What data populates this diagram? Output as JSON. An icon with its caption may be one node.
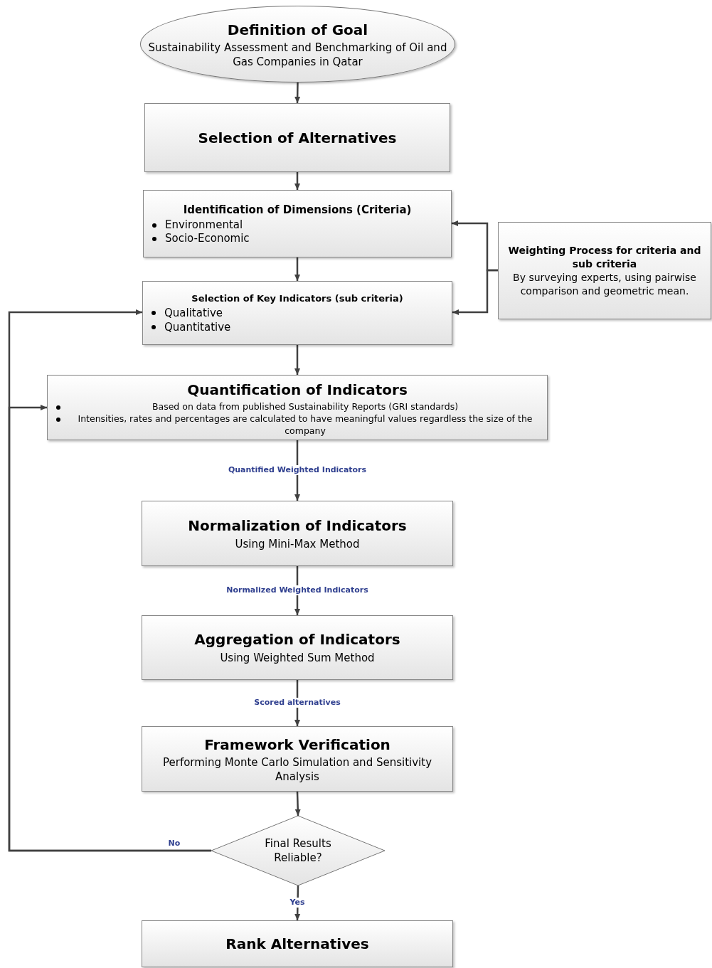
{
  "diagram": {
    "nodes": [
      {
        "text": [
          "Definition of Goal",
          "Sustainability Assessment and Benchmarking of Oil and Gas Companies in Qatar"
        ]
      },
      {
        "text": [
          "Selection of Alternatives"
        ]
      },
      {
        "text": [
          "Identification of Dimensions (Criteria)",
          "Environmental",
          "Socio-Economic"
        ]
      },
      {
        "text": [
          "Selection of Key Indicators (sub criteria)",
          "Qualitative",
          "Quantitative"
        ]
      },
      {
        "text": [
          "Weighting Process for criteria and sub criteria",
          "By surveying experts, using pairwise comparison and geometric mean."
        ]
      },
      {
        "text": [
          "Quantification of Indicators",
          "Based on data from published Sustainability Reports (GRI standards)",
          "Intensities, rates and percentages are calculated to have meaningful values regardless the size of the company"
        ]
      },
      {
        "text": [
          "Normalization of Indicators",
          "Using Mini-Max Method"
        ]
      },
      {
        "text": [
          "Aggregation of Indicators",
          "Using Weighted Sum Method"
        ]
      },
      {
        "text": [
          "Framework Verification",
          "Performing Monte Carlo Simulation and Sensitivity Analysis"
        ]
      },
      {
        "text": [
          "Final Results Reliable?"
        ]
      },
      {
        "text": [
          "Rank Alternatives"
        ]
      }
    ],
    "edges": [
      {
        "from": 0,
        "to": 1,
        "arrow": "to"
      },
      {
        "from": 1,
        "to": 2,
        "arrow": "to"
      },
      {
        "from": 2,
        "to": 3,
        "arrow": "to"
      },
      {
        "from": 4,
        "to": 2,
        "arrow": "to"
      },
      {
        "from": 4,
        "to": 3,
        "arrow": "to"
      },
      {
        "from": 3,
        "to": 5,
        "arrow": "to"
      },
      {
        "from": 5,
        "to": 6,
        "label": "Quantified Weighted Indicators",
        "arrow": "to"
      },
      {
        "from": 6,
        "to": 7,
        "label": "Normalized Weighted Indicators",
        "arrow": "to"
      },
      {
        "from": 7,
        "to": 8,
        "label": "Scored alternatives",
        "arrow": "to"
      },
      {
        "from": 8,
        "to": 9,
        "arrow": "to"
      },
      {
        "from": 9,
        "to": 3,
        "label": "No",
        "arrow": "to"
      },
      {
        "from": 9,
        "to": 5,
        "arrow": "to"
      },
      {
        "from": 9,
        "to": 10,
        "label": "Yes",
        "arrow": "to"
      }
    ]
  }
}
